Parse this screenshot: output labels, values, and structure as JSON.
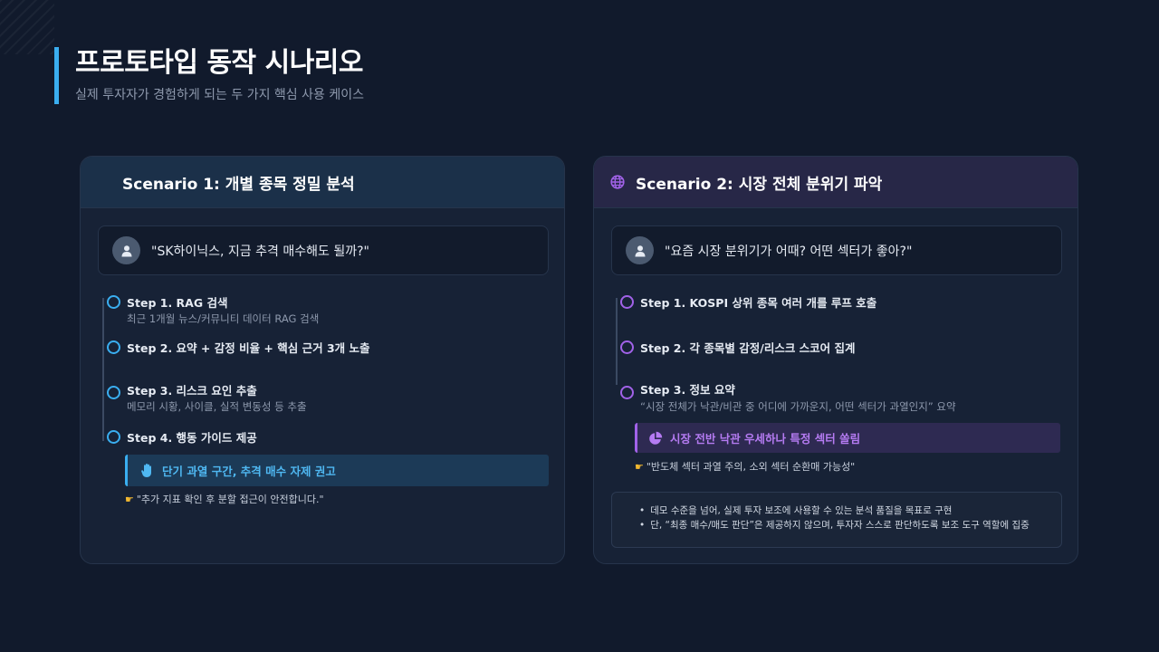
{
  "header": {
    "title": "프로토타입 동작 시나리오",
    "subtitle": "실제 투자자가 경험하게 되는 두 가지 핵심 사용 케이스"
  },
  "colors": {
    "background": "#111a2c",
    "accent_blue": "#3aaef0",
    "accent_purple": "#a162e8",
    "note_icon": "#f2b830"
  },
  "scenario1": {
    "title": "Scenario 1: 개별 종목 정밀 분석",
    "query": "\"SK하이닉스, 지금 추격 매수해도 될까?\"",
    "avatar_icon": "user-icon",
    "steps": [
      {
        "title": "Step 1. RAG 검색",
        "desc": "최근 1개월 뉴스/커뮤니티 데이터 RAG 검색"
      },
      {
        "title": "Step 2. 요약 + 감정 비율 + 핵심 근거 3개 노출",
        "desc": ""
      },
      {
        "title": "Step 3. 리스크 요인 추출",
        "desc": "메모리 시황, 사이클, 실적 변동성 등 추출"
      },
      {
        "title": "Step 4. 행동 가이드 제공",
        "desc": ""
      }
    ],
    "callout": {
      "icon": "hand-icon",
      "text": "단기 과열 구간, 추격 매수 자제 권고"
    },
    "note": {
      "icon": "pointing-hand-icon",
      "text": "\"추가 지표 확인 후 분할 접근이 안전합니다.\""
    }
  },
  "scenario2": {
    "title": "Scenario 2: 시장 전체 분위기 파악",
    "title_icon": "globe-icon",
    "query": "\"요즘 시장 분위기가 어때? 어떤 섹터가 좋아?\"",
    "avatar_icon": "user-icon",
    "steps": [
      {
        "title": "Step 1. KOSPI 상위 종목 여러 개를 루프 호출",
        "desc": ""
      },
      {
        "title": "Step 2. 각 종목별 감정/리스크 스코어 집계",
        "desc": ""
      },
      {
        "title": "Step 3. 정보 요약",
        "desc": "“시장 전체가 낙관/비관 중 어디에 가까운지, 어떤 섹터가 과열인지” 요약"
      }
    ],
    "callout": {
      "icon": "pie-chart-icon",
      "text": "시장 전반 낙관 우세하나 특정 섹터 쏠림"
    },
    "note": {
      "icon": "pointing-hand-icon",
      "text": "\"반도체 섹터 과열 주의, 소외 섹터 순환매 가능성\""
    },
    "info": [
      "데모 수준을 넘어, 실제 투자 보조에 사용할 수 있는 분석 품질을 목표로 구현",
      "단, “최종 매수/매도 판단”은 제공하지 않으며, 투자자 스스로 판단하도록 보조 도구 역할에 집중"
    ]
  }
}
